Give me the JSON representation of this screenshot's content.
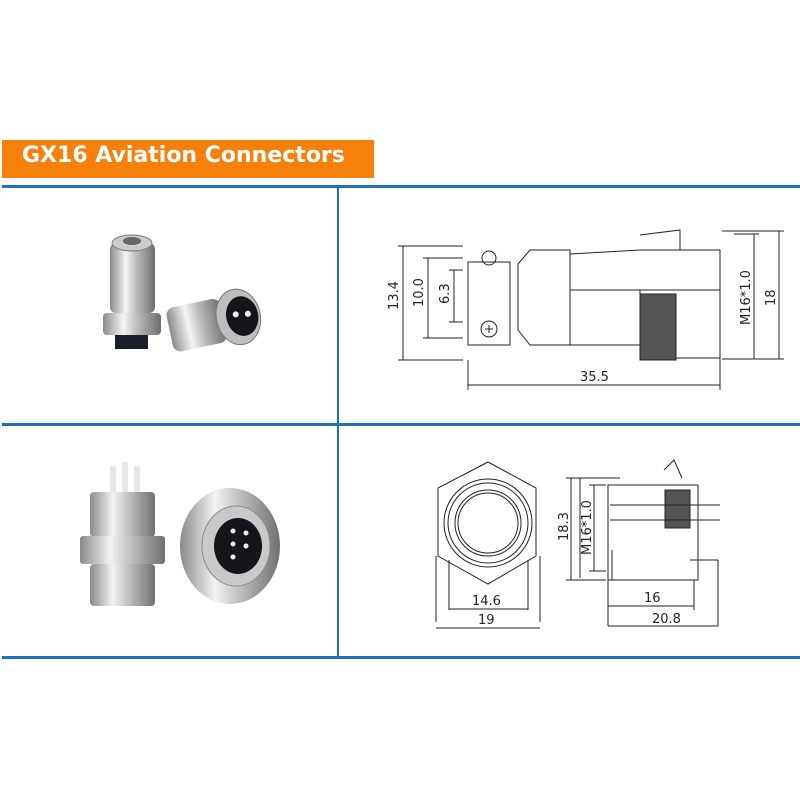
{
  "header": {
    "title": "GX16 Aviation Connectors",
    "title_bg": "#f7800a",
    "divider_color": "#1f6fbf"
  },
  "rows": [
    {
      "photo": {
        "label": "cable plug connectors (2-pin female)"
      },
      "drawing": {
        "type": "plug side view",
        "dims": {
          "overall_height": "13.4",
          "inner_height": "10.0",
          "cable_dia": "6.3",
          "thread": "M16*1.0",
          "outer_dia": "18",
          "length": "35.5"
        }
      }
    },
    {
      "photo": {
        "label": "panel mount connectors (5-pin male)"
      },
      "drawing": {
        "type": "socket front and side view",
        "dims": {
          "inner_dia": "14.6",
          "hex_width": "19",
          "height": "18.3",
          "thread": "M16*1.0",
          "body_length": "16",
          "total_length": "20.8"
        }
      }
    }
  ]
}
